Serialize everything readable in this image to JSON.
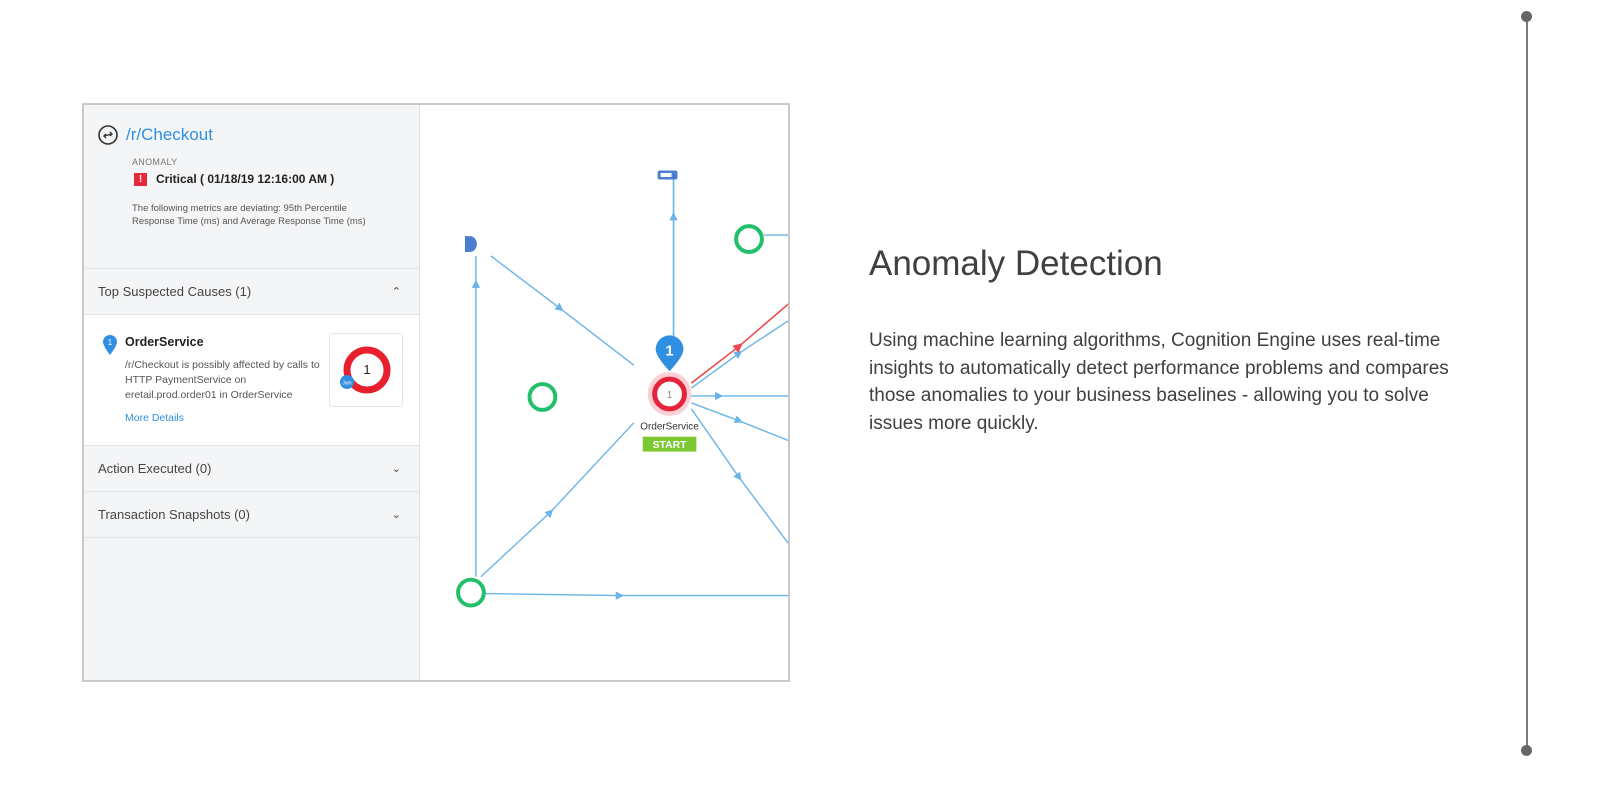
{
  "panel": {
    "title": "/r/Checkout",
    "anomaly_label": "ANOMALY",
    "severity_badge": "!",
    "severity_text": "Critical ( 01/18/19 12:16:00 AM )",
    "description": "The following metrics are deviating: 95th Percentile Response Time (ms) and Average Response Time (ms)",
    "sections": {
      "causes": {
        "label": "Top Suspected Causes (1)",
        "chevron": "⌃"
      },
      "actions": {
        "label": "Action Executed (0)",
        "chevron": "⌄"
      },
      "snapshots": {
        "label": "Transaction Snapshots (0)",
        "chevron": "⌄"
      }
    },
    "cause": {
      "pin_number": "1",
      "service": "OrderService",
      "text": "/r/Checkout is possibly affected by calls to HTTP PaymentService on eretail.prod.order01 in OrderService",
      "more_details": "More Details",
      "ring_value": "1",
      "ring_badge": "Jam"
    }
  },
  "map": {
    "node_label": "OrderService",
    "start_label": "START",
    "pin_number": "1",
    "node_count": "1",
    "colors": {
      "edge": "#6ab4e8",
      "alert_edge": "#f0474f",
      "healthy": "#22c06a",
      "critical": "#e5243b",
      "start": "#7cc832"
    }
  },
  "slide": {
    "title": "Anomaly Detection",
    "body": "Using machine learning algorithms, Cognition Engine uses real-time insights to automatically detect performance problems and compares those anomalies to your business baselines - allowing you to solve issues more quickly."
  }
}
